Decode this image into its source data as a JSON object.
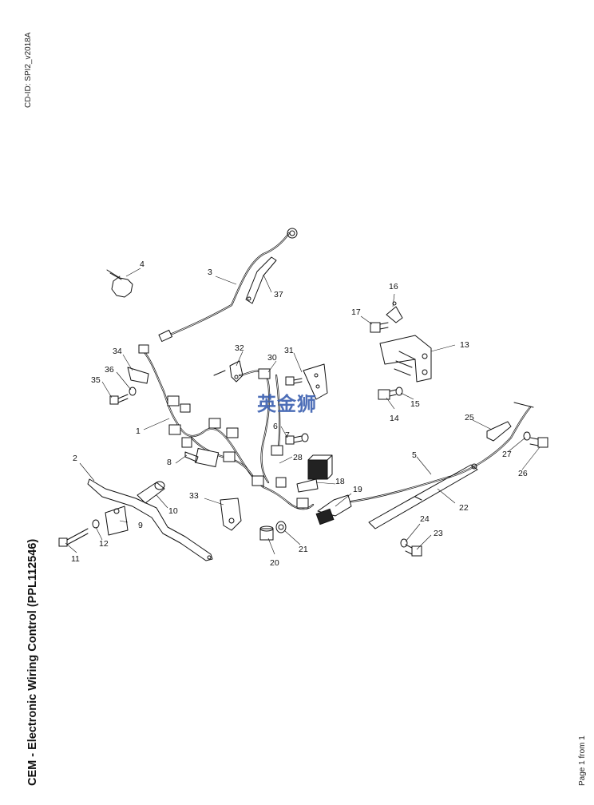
{
  "header": {
    "cd_id": "CD-ID: SPI2_v2018A"
  },
  "title": "CEM - Electronic Wiring Control (PPL112546)",
  "footer": {
    "page": "Page 1 from 1"
  },
  "watermark": "英金狮",
  "callouts": [
    "1",
    "2",
    "3",
    "4",
    "5",
    "6",
    "7",
    "8",
    "9",
    "10",
    "11",
    "12",
    "13",
    "14",
    "15",
    "16",
    "17",
    "18",
    "19",
    "20",
    "21",
    "22",
    "23",
    "24",
    "25",
    "26",
    "27",
    "28",
    "30",
    "31",
    "32",
    "33",
    "34",
    "35",
    "36",
    "37"
  ]
}
